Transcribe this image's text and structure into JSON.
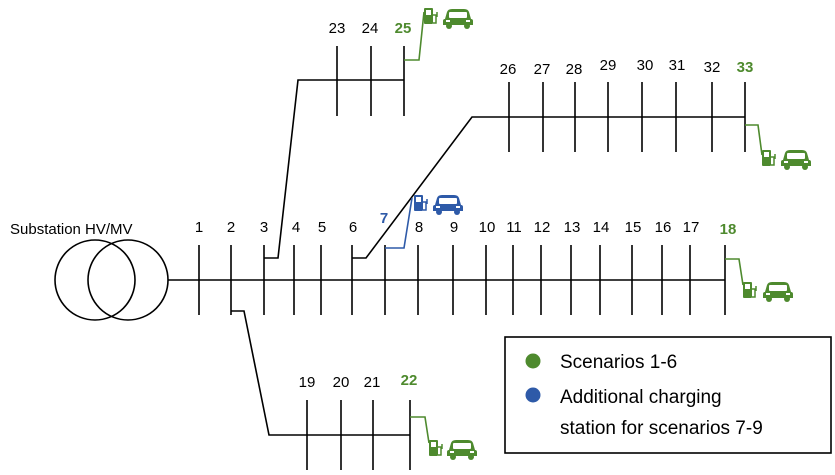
{
  "substation": {
    "label": "Substation HV/MV"
  },
  "colors": {
    "line": "#000000",
    "scenario_green": "#4e8a2e",
    "additional_blue": "#2e5aa8"
  },
  "buses": {
    "main": [
      "1",
      "2",
      "3",
      "4",
      "5",
      "6",
      "7",
      "8",
      "9",
      "10",
      "11",
      "12",
      "13",
      "14",
      "15",
      "16",
      "17",
      "18"
    ],
    "branch_top": [
      "23",
      "24",
      "25"
    ],
    "branch_upper_right": [
      "26",
      "27",
      "28",
      "29",
      "30",
      "31",
      "32",
      "33"
    ],
    "branch_bottom": [
      "19",
      "20",
      "21",
      "22"
    ]
  },
  "charging_stations": {
    "green_buses": [
      "25",
      "33",
      "18",
      "22"
    ],
    "blue_buses": [
      "7"
    ],
    "icons": [
      "charger-icon",
      "car-icon"
    ]
  },
  "legend": {
    "items": [
      {
        "color": "#4e8a2e",
        "lines": [
          "Scenarios 1-6"
        ]
      },
      {
        "color": "#2e5aa8",
        "lines": [
          "Additional charging",
          "station for scenarios 7-9"
        ]
      }
    ]
  }
}
